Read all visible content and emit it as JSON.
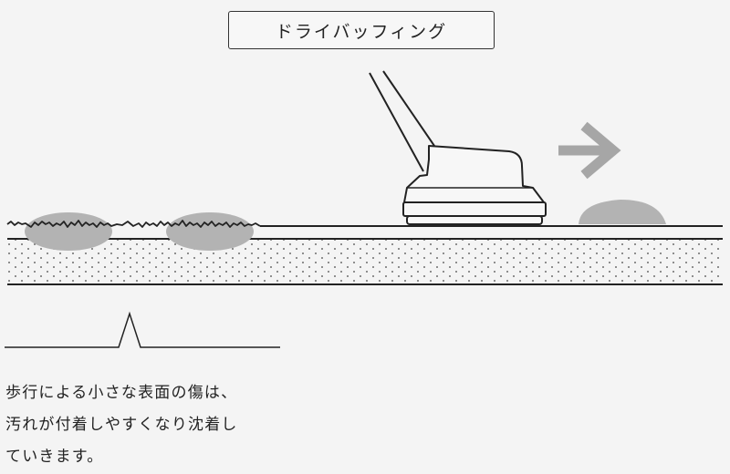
{
  "title": "ドライバッフィング",
  "caption_lines": [
    "歩行による小さな表面の傷は、",
    "汚れが付着しやすくなり沈着し",
    "ていきます。"
  ],
  "colors": {
    "background": "#f4f4f4",
    "line": "#222222",
    "damage_fill": "#b3b3b3",
    "arrow": "#a6a6a6",
    "machine_fill": "#f7f7f7"
  },
  "icons": {
    "machine": "buffing-machine-icon",
    "direction": "right-arrow-icon"
  }
}
